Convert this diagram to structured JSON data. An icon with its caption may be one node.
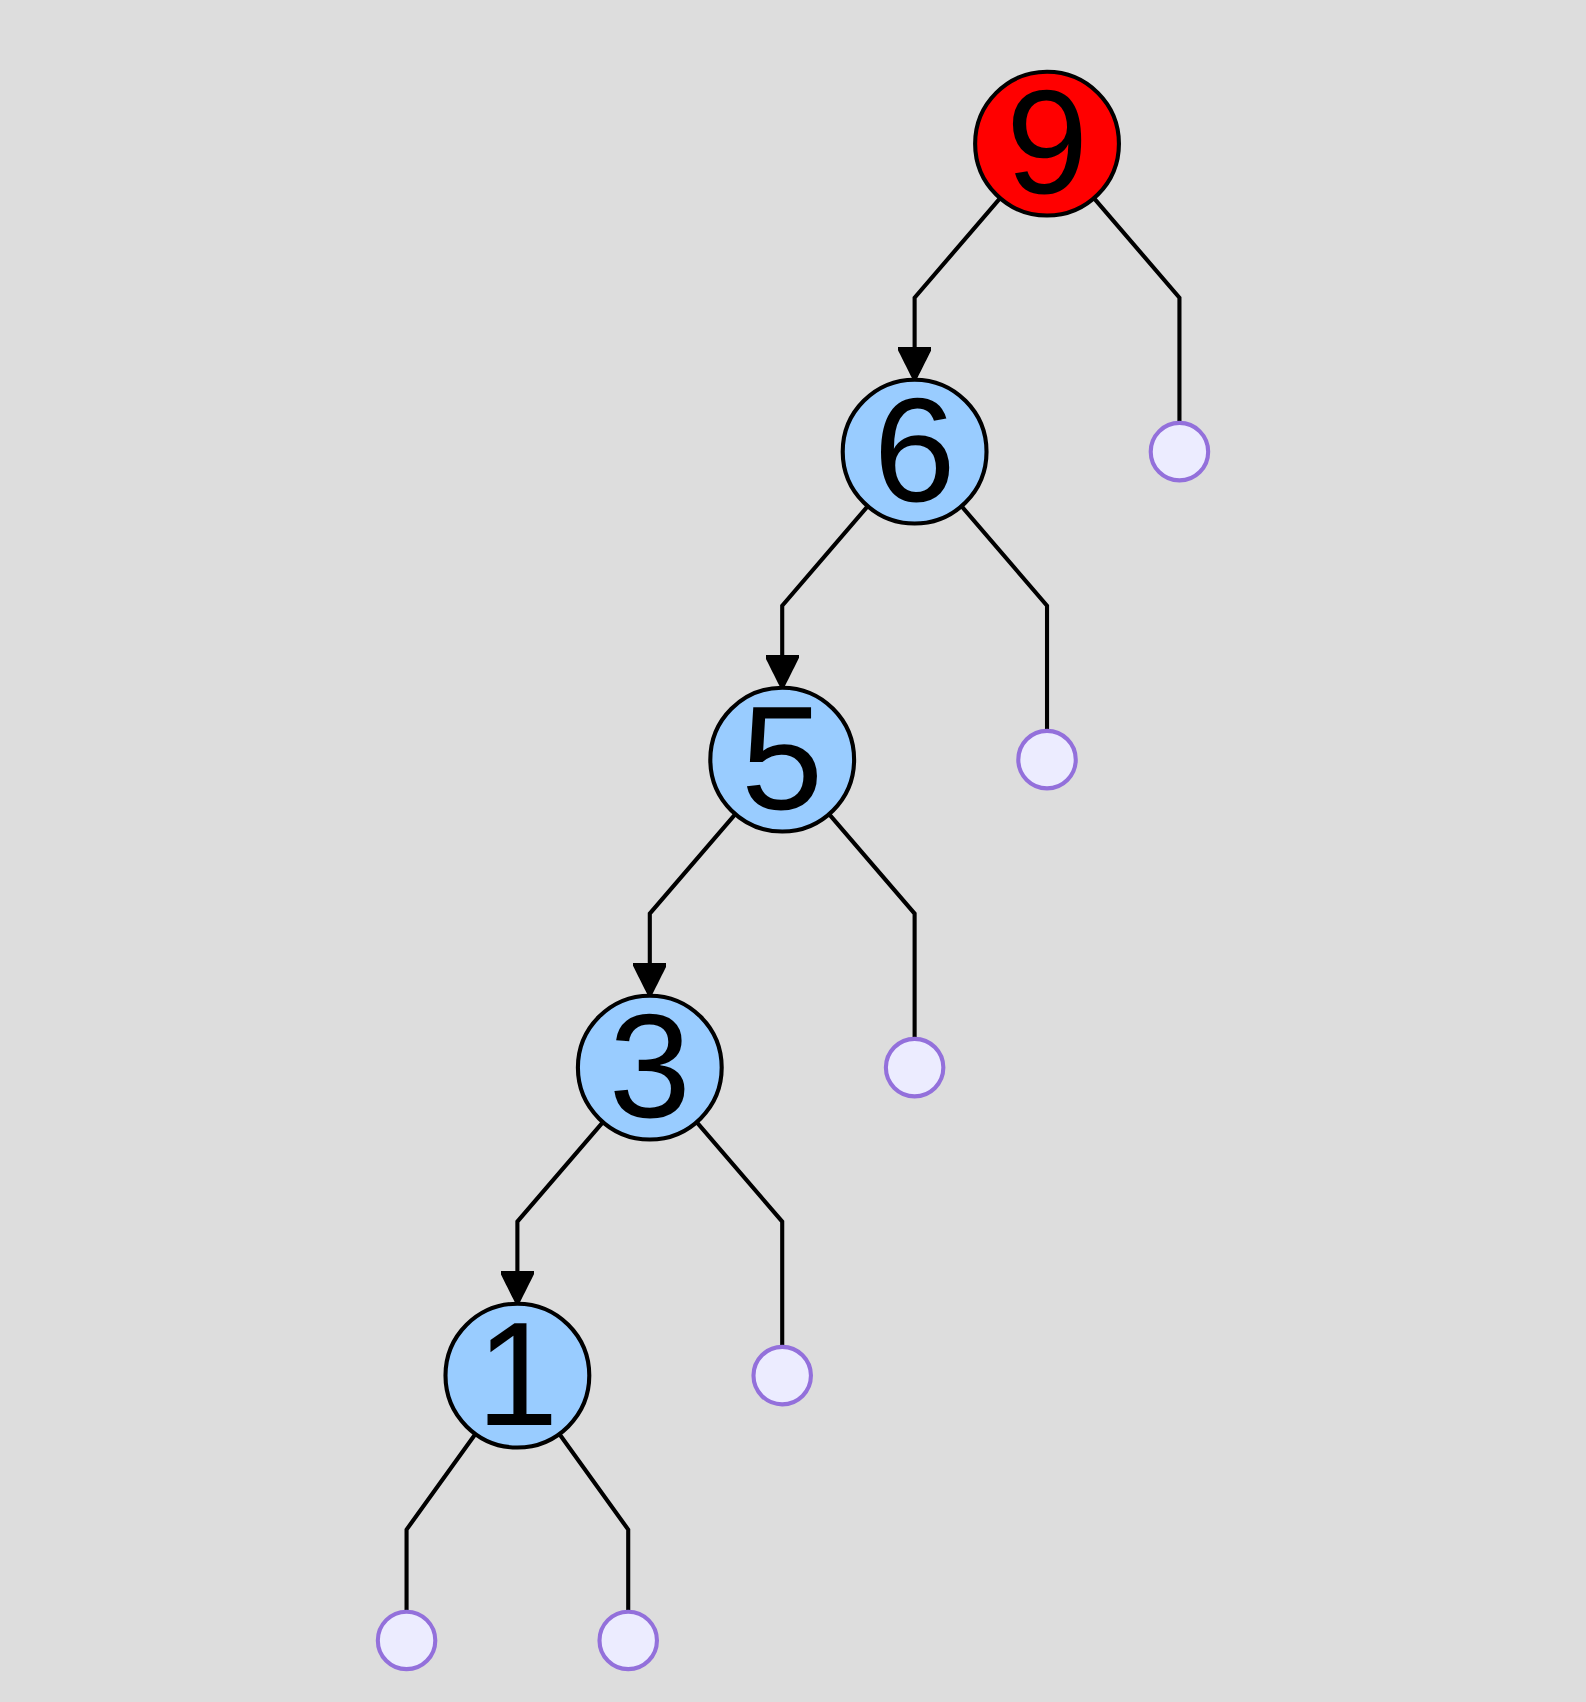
{
  "diagram": {
    "nodes": [
      {
        "text": [
          "9"
        ]
      },
      {
        "text": [],
        "shape": "circle"
      },
      {
        "text": [
          "6"
        ]
      },
      {
        "text": [],
        "shape": "circle"
      },
      {
        "text": [
          "5"
        ]
      },
      {
        "text": [],
        "shape": "circle"
      },
      {
        "text": [
          "3"
        ]
      },
      {
        "text": [],
        "shape": "circle"
      },
      {
        "text": [
          "1"
        ]
      },
      {
        "text": [],
        "shape": "circle"
      },
      {
        "text": [],
        "shape": "circle"
      }
    ],
    "edges": [
      {
        "from": 0,
        "to": 2,
        "arrow": "to"
      },
      {
        "from": 0,
        "to": 1,
        "arrow": "none"
      },
      {
        "from": 2,
        "to": 4,
        "arrow": "to"
      },
      {
        "from": 2,
        "to": 3,
        "arrow": "none"
      },
      {
        "from": 4,
        "to": 6,
        "arrow": "to"
      },
      {
        "from": 4,
        "to": 5,
        "arrow": "none"
      },
      {
        "from": 6,
        "to": 8,
        "arrow": "to"
      },
      {
        "from": 6,
        "to": 7,
        "arrow": "none"
      },
      {
        "from": 8,
        "to": 9,
        "arrow": "none"
      },
      {
        "from": 8,
        "to": 10,
        "arrow": "none"
      }
    ]
  }
}
